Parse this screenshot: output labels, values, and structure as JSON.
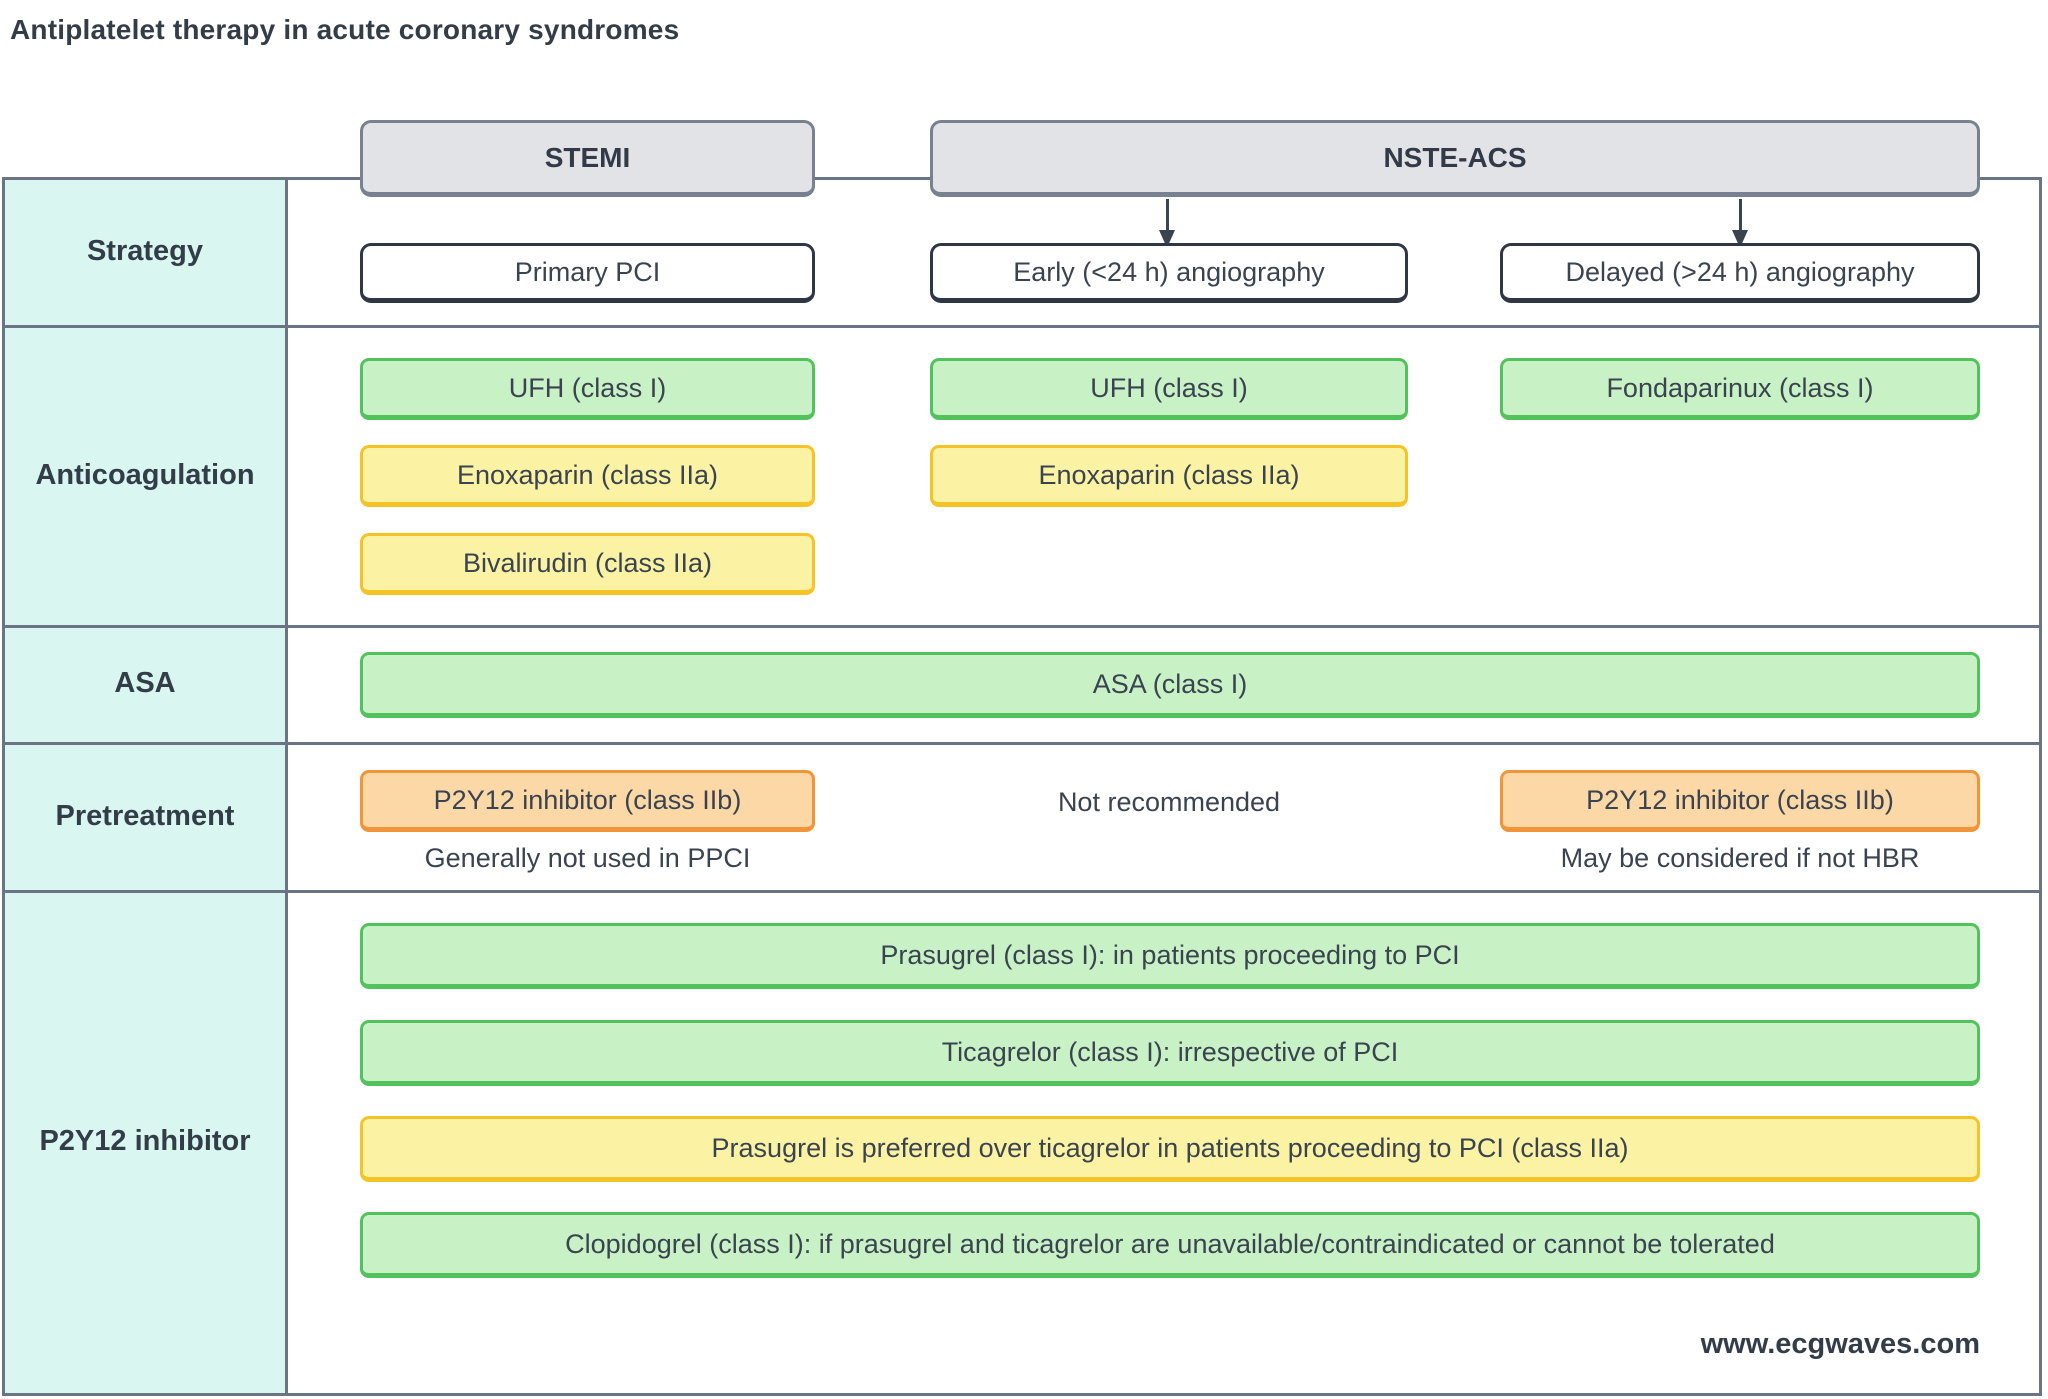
{
  "title": "Antiplatelet therapy in acute coronary syndromes",
  "watermark": "www.ecgwaves.com",
  "palette": {
    "green_fill": "#c8f2c5",
    "green_border": "#54c25c",
    "yellow_fill": "#fbf3a3",
    "yellow_border": "#f4c327",
    "orange_fill": "#fbd8a6",
    "orange_border": "#f2943a",
    "header_fill": "#e1e3e6",
    "header_border": "#78818f",
    "label_column_fill": "#d9f6f0",
    "grid_line": "#6b7484",
    "text": "#3a4350"
  },
  "columns": {
    "stemi": "STEMI",
    "nsteacs": "NSTE-ACS"
  },
  "strategy": {
    "label": "Strategy",
    "primary": "Primary PCI",
    "early": "Early (<24 h) angiography",
    "delayed": "Delayed (>24 h) angiography"
  },
  "anticoagulation": {
    "label": "Anticoagulation",
    "stemi": [
      {
        "text": "UFH (class I)",
        "tone": "green"
      },
      {
        "text": "Enoxaparin (class IIa)",
        "tone": "yellow"
      },
      {
        "text": "Bivalirudin (class IIa)",
        "tone": "yellow"
      }
    ],
    "early": [
      {
        "text": "UFH (class I)",
        "tone": "green"
      },
      {
        "text": "Enoxaparin (class IIa)",
        "tone": "yellow"
      }
    ],
    "delayed": [
      {
        "text": "Fondaparinux (class I)",
        "tone": "green"
      }
    ]
  },
  "asa": {
    "label": "ASA",
    "box": {
      "text": "ASA (class I)",
      "tone": "green"
    }
  },
  "pretreatment": {
    "label": "Pretreatment",
    "stemi_box": {
      "text": "P2Y12 inhibitor (class IIb)",
      "tone": "orange"
    },
    "stemi_note": "Generally not used in PPCI",
    "early_text": "Not recommended",
    "delayed_box": {
      "text": "P2Y12 inhibitor (class IIb)",
      "tone": "orange"
    },
    "delayed_note": "May be considered if not HBR"
  },
  "p2y12": {
    "label": "P2Y12 inhibitor",
    "boxes": [
      {
        "text": "Prasugrel (class I): in patients proceeding to PCI",
        "tone": "green"
      },
      {
        "text": "Ticagrelor (class I): irrespective of PCI",
        "tone": "green"
      },
      {
        "text": "Prasugrel is preferred over ticagrelor in patients proceeding to PCI (class IIa)",
        "tone": "yellow"
      },
      {
        "text": "Clopidogrel (class I): if prasugrel and ticagrelor are unavailable/contraindicated or cannot be tolerated",
        "tone": "green"
      }
    ]
  }
}
